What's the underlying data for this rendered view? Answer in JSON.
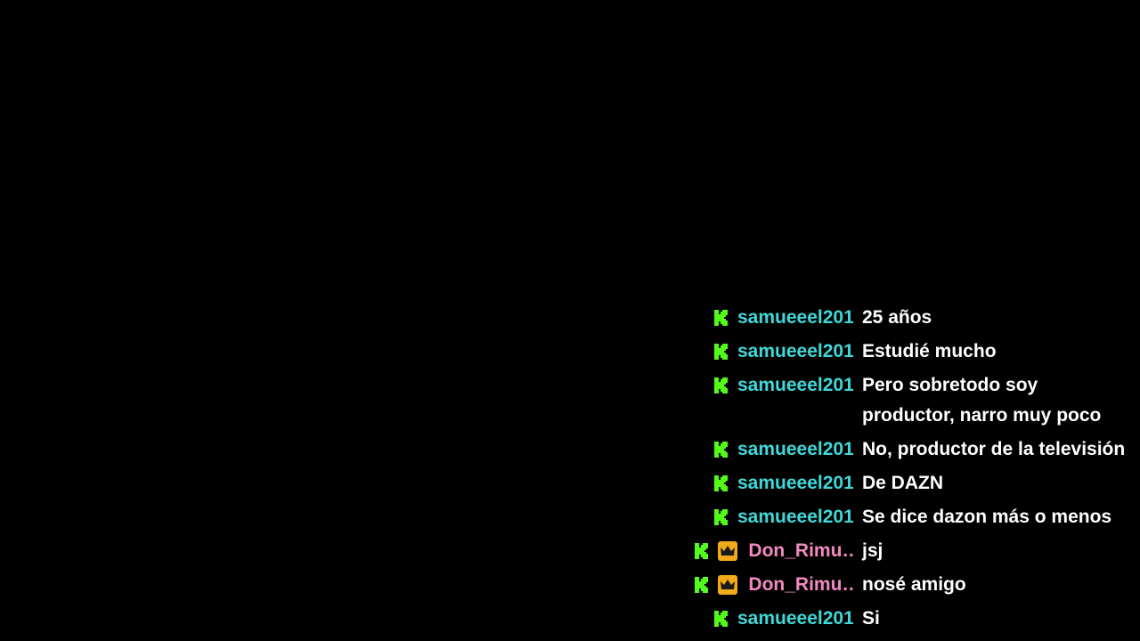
{
  "colors": {
    "background": "#000000",
    "kick_green": "#53fc18",
    "user_teal": "#3fd8d8",
    "user_pink": "#f28ac0",
    "crown_gold": "#f2a91c",
    "text": "#ffffff"
  },
  "chat": {
    "messages": [
      {
        "username": "samueeel201",
        "text": "25 años",
        "badges": [
          "kick-icon"
        ],
        "color": "#3fd8d8",
        "truncated": false
      },
      {
        "username": "samueeel201",
        "text": "Estudié mucho",
        "badges": [
          "kick-icon"
        ],
        "color": "#3fd8d8",
        "truncated": false
      },
      {
        "username": "samueeel201",
        "text": "Pero sobretodo soy productor, narro muy poco",
        "badges": [
          "kick-icon"
        ],
        "color": "#3fd8d8",
        "truncated": false
      },
      {
        "username": "samueeel201",
        "text": "No, productor de la televisión",
        "badges": [
          "kick-icon"
        ],
        "color": "#3fd8d8",
        "truncated": false
      },
      {
        "username": "samueeel201",
        "text": "De DAZN",
        "badges": [
          "kick-icon"
        ],
        "color": "#3fd8d8",
        "truncated": false
      },
      {
        "username": "samueeel201",
        "text": "Se dice dazon más o menos",
        "badges": [
          "kick-icon"
        ],
        "color": "#3fd8d8",
        "truncated": false
      },
      {
        "username": "Don_Rimu",
        "text": "jsj",
        "badges": [
          "kick-icon",
          "crown-icon"
        ],
        "color": "#f28ac0",
        "truncated": true
      },
      {
        "username": "Don_Rimu",
        "text": "nosé amigo",
        "badges": [
          "kick-icon",
          "crown-icon"
        ],
        "color": "#f28ac0",
        "truncated": true
      },
      {
        "username": "samueeel201",
        "text": "Si",
        "badges": [
          "kick-icon"
        ],
        "color": "#3fd8d8",
        "truncated": false
      }
    ]
  }
}
